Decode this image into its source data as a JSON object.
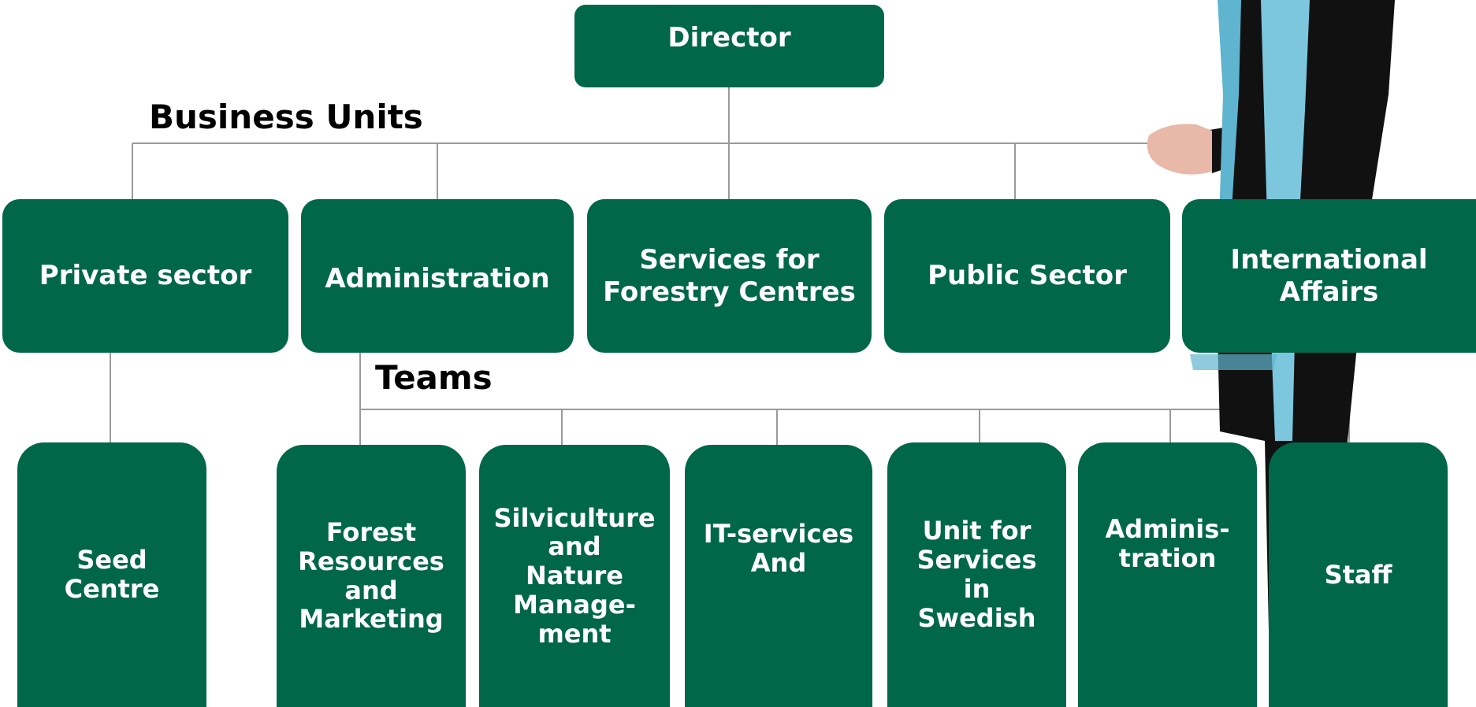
{
  "director": {
    "label": "Director"
  },
  "headings": {
    "business_units": "Business Units",
    "teams": "Teams"
  },
  "business_units": [
    {
      "label": "Private sector"
    },
    {
      "label": "Administration"
    },
    {
      "label": "Services for\nForestry Centres"
    },
    {
      "label": "Public Sector"
    },
    {
      "label": "International\nAffairs"
    }
  ],
  "teams": [
    {
      "label": "Seed\nCentre"
    },
    {
      "label": "Forest\nResources\nand\nMarketing"
    },
    {
      "label": "Silviculture\nand\nNature\nManage-\nment"
    },
    {
      "label": "IT-services\nAnd"
    },
    {
      "label": "Unit for\nServices\nin\nSwedish"
    },
    {
      "label": "Adminis-\ntration"
    },
    {
      "label": "Staff"
    }
  ],
  "colors": {
    "box": "#016749",
    "text": "#ffffff",
    "connector": "#9a9a9a",
    "scarf": "#5fb4cf",
    "clothing": "#111111",
    "skin": "#e8b8a8"
  }
}
